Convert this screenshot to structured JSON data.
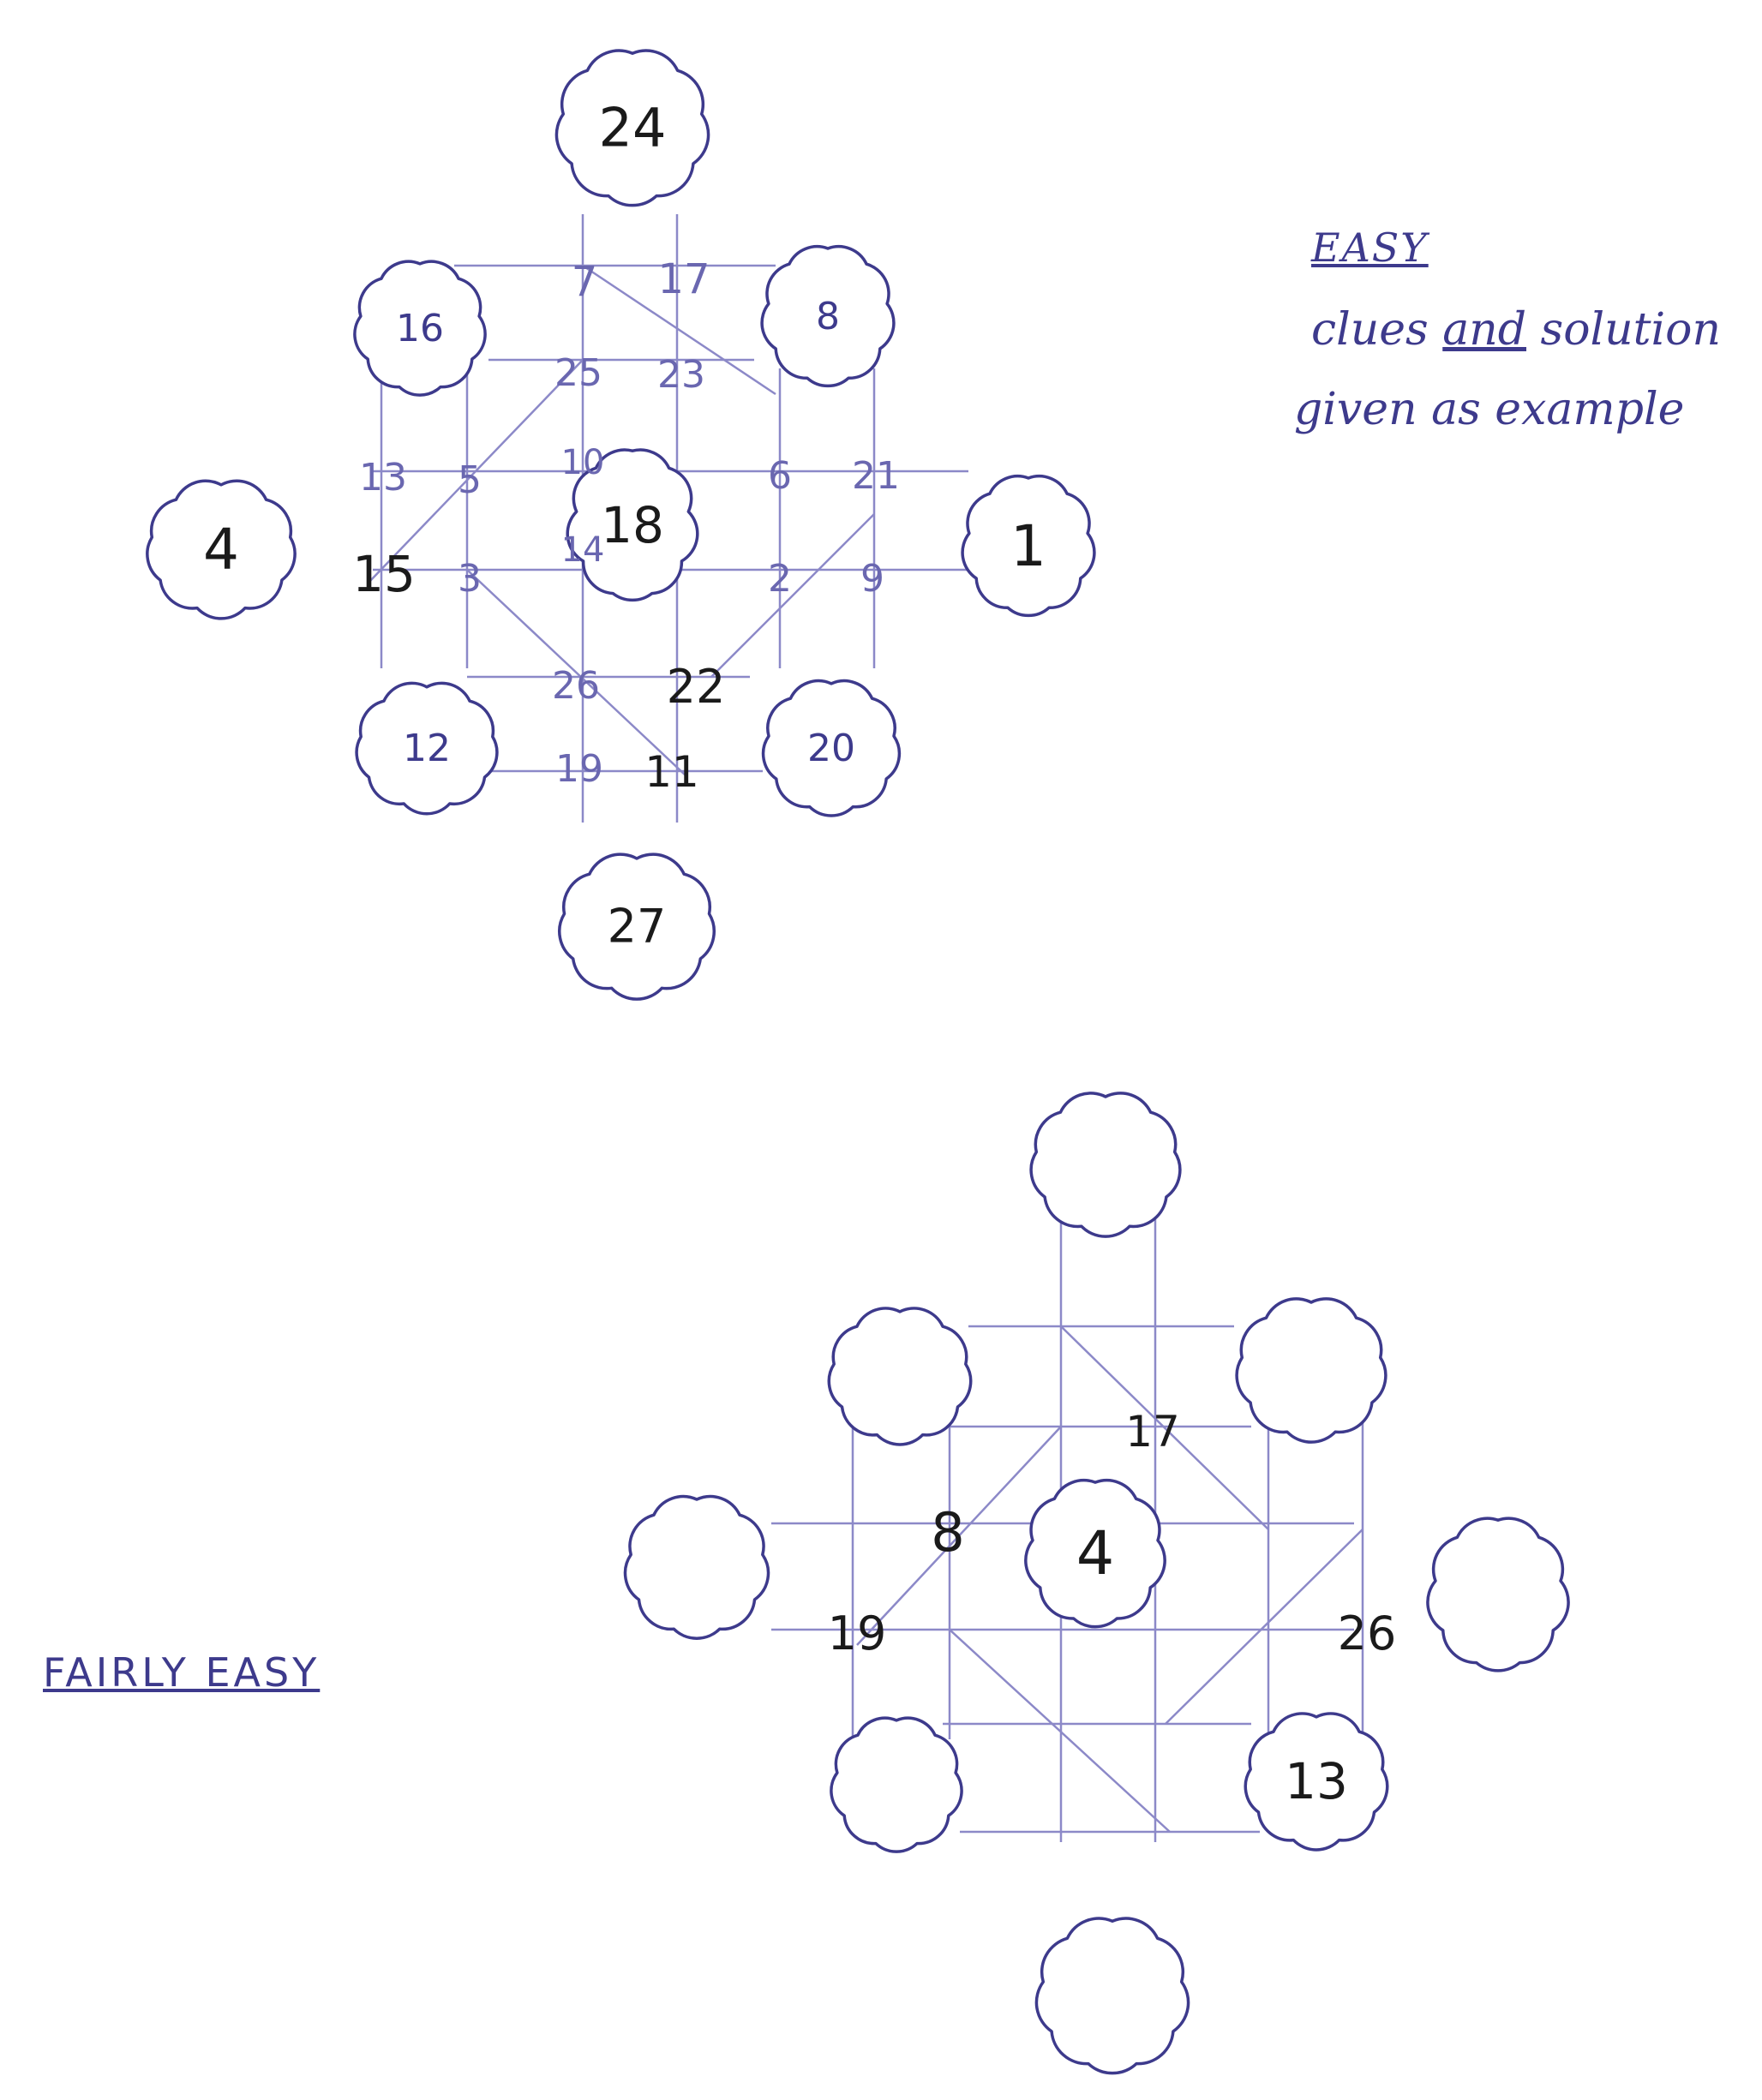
{
  "colors": {
    "ink": "#3d3a8c",
    "grid": "#8c89c8",
    "dark": "#1a1a1a",
    "light": "#6a67b0"
  },
  "notes": {
    "easy_title": "EASY",
    "easy_line1_a": "clues ",
    "easy_line1_b": "and",
    "easy_line1_c": " solution",
    "easy_line2": "given as example",
    "fairly_easy_title": "FAIRLY EASY"
  },
  "puzzle_easy": {
    "clouds": [
      {
        "id": "top",
        "label": "24"
      },
      {
        "id": "top-left",
        "label": "16"
      },
      {
        "id": "top-right",
        "label": "8"
      },
      {
        "id": "left",
        "label": "4"
      },
      {
        "id": "center",
        "label": "18"
      },
      {
        "id": "right",
        "label": "1"
      },
      {
        "id": "bottom-left",
        "label": "12"
      },
      {
        "id": "bottom-right",
        "label": "20"
      },
      {
        "id": "bottom",
        "label": "27"
      }
    ],
    "cells": [
      {
        "label": "7",
        "style": "light"
      },
      {
        "label": "17",
        "style": "light"
      },
      {
        "label": "25",
        "style": "light"
      },
      {
        "label": "23",
        "style": "light"
      },
      {
        "label": "13",
        "style": "light"
      },
      {
        "label": "5",
        "style": "light"
      },
      {
        "label": "10",
        "style": "light"
      },
      {
        "label": "6",
        "style": "light"
      },
      {
        "label": "21",
        "style": "light"
      },
      {
        "label": "15",
        "style": "dark"
      },
      {
        "label": "3",
        "style": "light"
      },
      {
        "label": "14",
        "style": "light"
      },
      {
        "label": "2",
        "style": "light"
      },
      {
        "label": "9",
        "style": "light"
      },
      {
        "label": "26",
        "style": "light"
      },
      {
        "label": "22",
        "style": "dark"
      },
      {
        "label": "19",
        "style": "light"
      },
      {
        "label": "11",
        "style": "dark"
      }
    ]
  },
  "puzzle_fairly_easy": {
    "clouds": [
      {
        "id": "top",
        "label": ""
      },
      {
        "id": "top-left",
        "label": ""
      },
      {
        "id": "top-right",
        "label": ""
      },
      {
        "id": "left",
        "label": ""
      },
      {
        "id": "center",
        "label": "4"
      },
      {
        "id": "right",
        "label": ""
      },
      {
        "id": "bottom-left",
        "label": ""
      },
      {
        "id": "bottom-right",
        "label": "13"
      },
      {
        "id": "bottom",
        "label": ""
      }
    ],
    "cells": [
      {
        "label": "17",
        "style": "dark"
      },
      {
        "label": "8",
        "style": "dark"
      },
      {
        "label": "19",
        "style": "dark"
      },
      {
        "label": "26",
        "style": "dark"
      }
    ]
  }
}
